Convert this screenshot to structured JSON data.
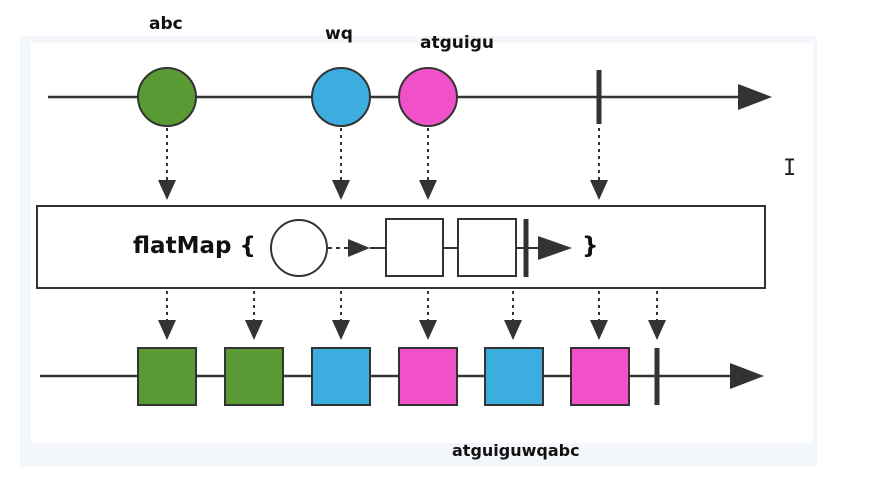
{
  "labels": {
    "abc": "abc",
    "wq": "wq",
    "atguigu": "atguigu",
    "result": "atguiguwqabc"
  },
  "operator": {
    "name": "flatMap {",
    "close": "}"
  },
  "colors": {
    "green": "#5a9a35",
    "blue": "#3badde",
    "magenta": "#f050c8",
    "line": "#333333"
  },
  "cursor_glyph": "I"
}
